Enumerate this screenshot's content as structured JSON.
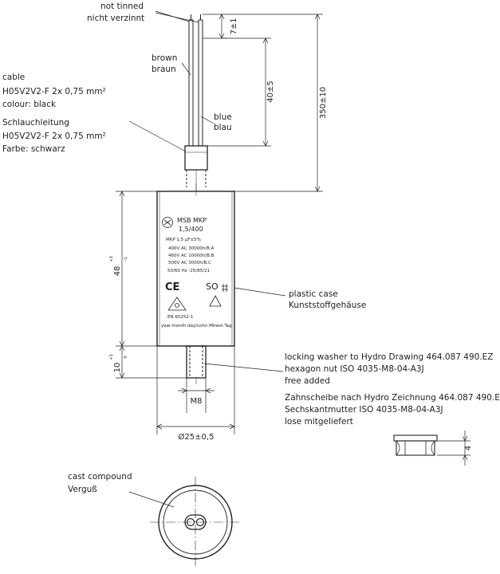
{
  "labels": {
    "not_tinned": "not tinned",
    "nicht_verzinnt": "nicht verzinnt",
    "brown": "brown",
    "braun": "braun",
    "blue": "blue",
    "blau": "blau",
    "cable_lines": [
      "cable",
      "H05V2V2-F 2x 0,75 mm²",
      "colour: black",
      "Schlauchleitung",
      "H05V2V2-F 2x 0,75 mm²",
      "Farbe: schwarz"
    ],
    "plastic_case": "plastic case",
    "kunststoffgehause": "Kunststoffgehäuse",
    "washer_lines": [
      "locking washer to Hydro Drawing 464.087 490.EZ",
      "hexagon nut ISO 4035-M8-04-A3J",
      "free added",
      "Zahnscheibe nach Hydro Zeichnung 464.087 490.EZ",
      "Sechskantmutter ISO 4035-M8-04-A3J",
      "lose mitgeliefert"
    ],
    "cast_compound": "cast compound",
    "verguss": "Verguß"
  },
  "dimensions": {
    "d_7": "7±1",
    "d_40": "40±5",
    "d_350": "350±10",
    "d_48": "48",
    "d_48_tol_plus": "+2",
    "d_48_tol_minus": "-1",
    "d_10": "10",
    "d_10_tol_plus": "+1",
    "d_10_tol_minus": "0",
    "d_m8": "M8",
    "d_25": "Ø25±0,5",
    "d_4": "4"
  },
  "case_marking": {
    "line1": "MSB  MKP",
    "line2": "1,5/400",
    "line3": "MKP 1,5 µF±5%",
    "ratings": [
      "400V AC  30000h/B.A",
      "460V AC  10000h/B.B",
      "500V AC  3000h/B.C"
    ],
    "freq": "50/60 Hz  -25/85/21",
    "ce": "CE",
    "so": "SO",
    "standard": "EN 60252-1",
    "date": "year.month.day/Lohn.Mkwst.Tag"
  }
}
